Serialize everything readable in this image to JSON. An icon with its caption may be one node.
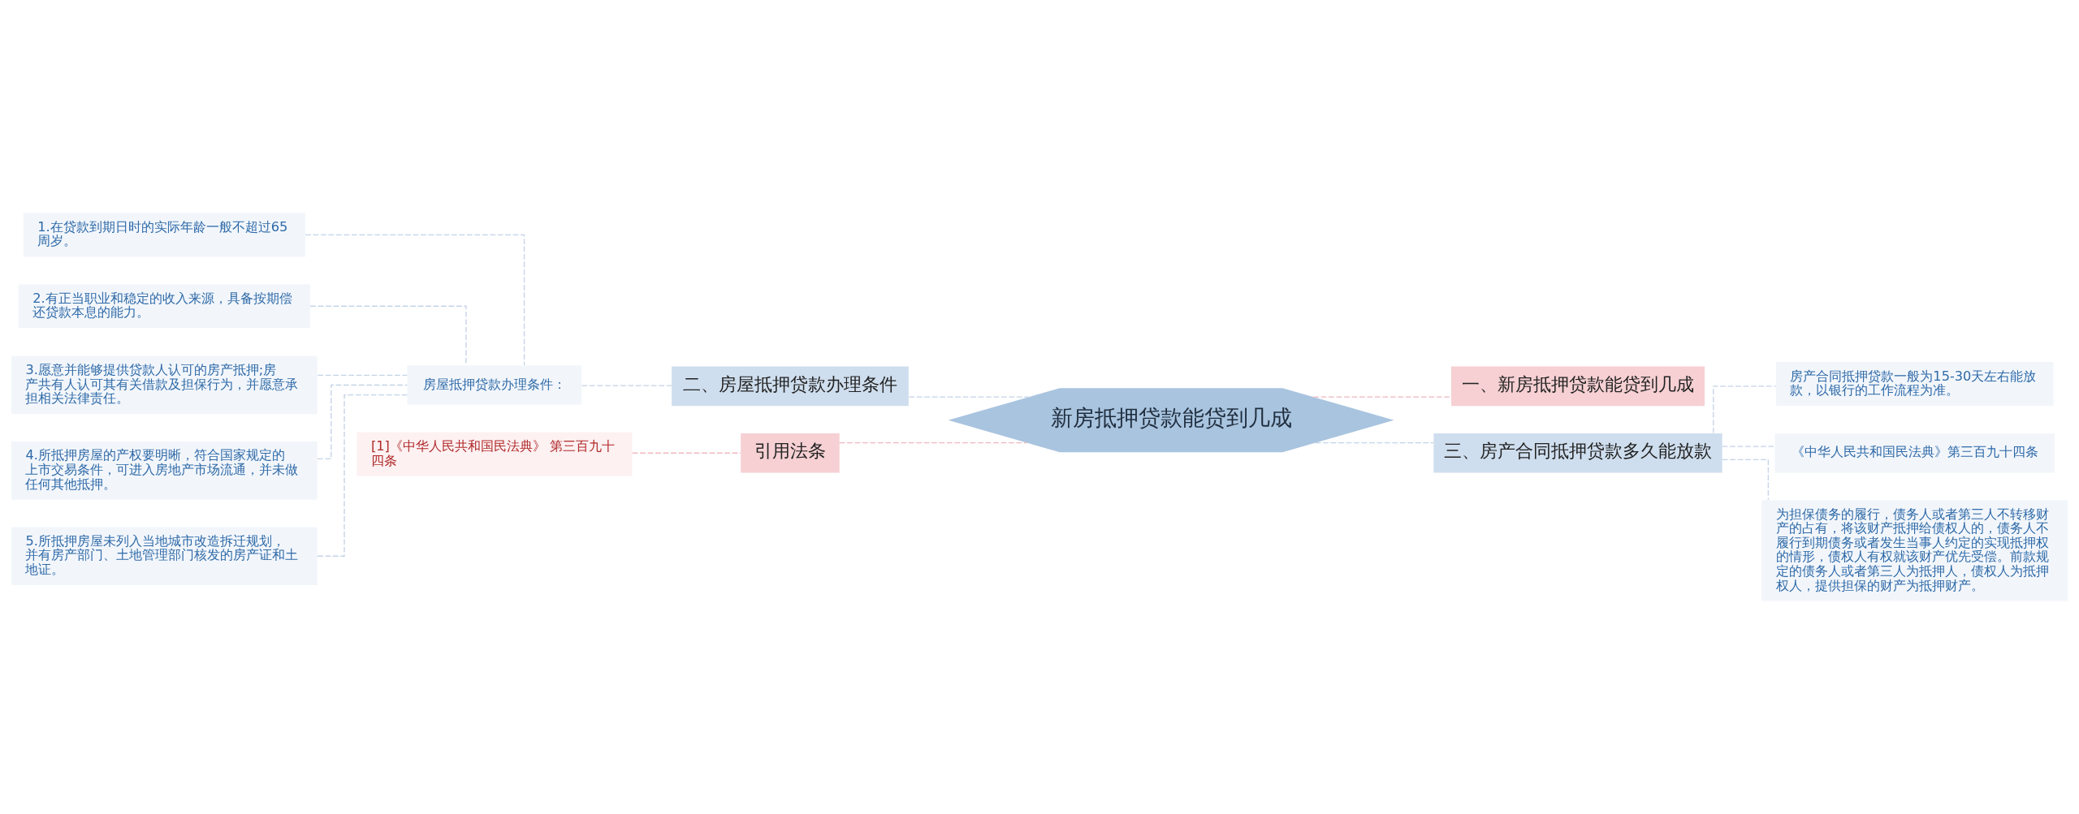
{
  "diagram": {
    "nodes": [
      {
        "text": [
          "新房抵押贷款能贷到几成"
        ]
      },
      {
        "text": [
          "一、新房抵押贷款能贷到几成"
        ]
      },
      {
        "text": [
          "三、房产合同抵押贷款多久能放款"
        ]
      },
      {
        "text": [
          "房产合同抵押贷款一般为15-30天左右能放款，以银行的工作流程为准。"
        ]
      },
      {
        "text": [
          "《中华人民共和国民法典》第三百九十四条"
        ]
      },
      {
        "text": [
          "为担保债务的履行，债务人或者第三人不转移财产的占有，将该财产抵押给债权人的，债务人不履行到期债务或者发生当事人约定的实现抵押权的情形，债权人有权就该财产优先受偿。前款规定的债务人或者第三人为抵押人，债权人为抵押权人，提供担保的财产为抵押财产。"
        ]
      },
      {
        "text": [
          "二、房屋抵押贷款办理条件"
        ]
      },
      {
        "text": [
          "房屋抵押贷款办理条件："
        ]
      },
      {
        "text": [
          "1.在贷款到期日时的实际年龄一般不超过65周岁。"
        ]
      },
      {
        "text": [
          "2.有正当职业和稳定的收入来源，具备按期偿还贷款本息的能力。"
        ]
      },
      {
        "text": [
          "3.愿意并能够提供贷款人认可的房产抵押;房产共有人认可其有关借款及担保行为，并愿意承担相关法律责任。"
        ]
      },
      {
        "text": [
          "4.所抵押房屋的产权要明晰，符合国家规定的上市交易条件，可进入房地产市场流通，并未做任何其他抵押。"
        ]
      },
      {
        "text": [
          "5.所抵押房屋未列入当地城市改造拆迁规划，并有房产部门、土地管理部门核发的房产证和土地证。"
        ]
      },
      {
        "text": [
          "引用法条"
        ]
      },
      {
        "text": [
          "[1]《中华人民共和国民法典》 第三百九十四条"
        ]
      }
    ],
    "edges": [
      {
        "from": 0,
        "to": 1,
        "arrow": "none",
        "style": "dashed",
        "color": "#f0b8bf"
      },
      {
        "from": 0,
        "to": 2,
        "arrow": "none",
        "style": "dashed"
      },
      {
        "from": 2,
        "to": 3,
        "arrow": "none",
        "style": "dashed"
      },
      {
        "from": 2,
        "to": 4,
        "arrow": "none",
        "style": "dashed"
      },
      {
        "from": 2,
        "to": 5,
        "arrow": "none",
        "style": "dashed"
      },
      {
        "from": 0,
        "to": 6,
        "arrow": "none",
        "style": "dashed"
      },
      {
        "from": 6,
        "to": 7,
        "arrow": "none",
        "style": "dashed"
      },
      {
        "from": 7,
        "to": 8,
        "arrow": "none",
        "style": "dashed"
      },
      {
        "from": 7,
        "to": 9,
        "arrow": "none",
        "style": "dashed"
      },
      {
        "from": 7,
        "to": 10,
        "arrow": "none",
        "style": "dashed"
      },
      {
        "from": 7,
        "to": 11,
        "arrow": "none",
        "style": "dashed"
      },
      {
        "from": 7,
        "to": 12,
        "arrow": "none",
        "style": "dashed"
      },
      {
        "from": 0,
        "to": 13,
        "arrow": "none",
        "style": "dashed",
        "color": "#f0b8bf"
      },
      {
        "from": 13,
        "to": 14,
        "arrow": "none",
        "style": "dashed",
        "color": "#f0b8bf"
      }
    ]
  }
}
